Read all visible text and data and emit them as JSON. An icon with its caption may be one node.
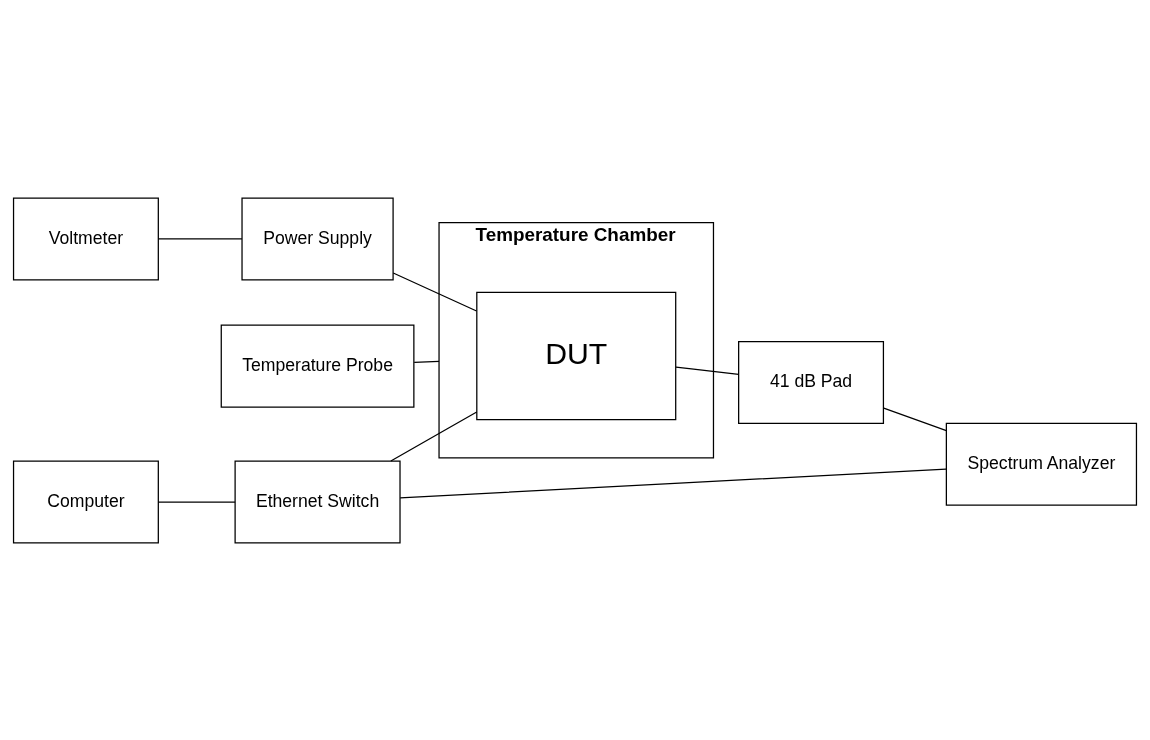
{
  "diagram": {
    "nodes": [
      {
        "text": [
          "Voltmeter"
        ]
      },
      {
        "text": [
          "Temperature Probe"
        ]
      },
      {
        "text": [
          "Power Supply"
        ]
      },
      {
        "text": [
          "Temperature Chamber"
        ]
      },
      {
        "text": [
          "DUT"
        ],
        "in": 3
      },
      {
        "text": [
          "Computer"
        ]
      },
      {
        "text": [
          "Ethernet Switch"
        ]
      },
      {
        "text": [
          "41 dB Pad"
        ]
      },
      {
        "text": [
          "Spectrum Analyzer"
        ]
      }
    ],
    "edges": [
      {
        "from": 0,
        "to": 2,
        "arrow": "none"
      },
      {
        "from": 1,
        "to": 3,
        "arrow": "none"
      },
      {
        "from": 2,
        "to": 4,
        "arrow": "none"
      },
      {
        "from": 5,
        "to": 6,
        "arrow": "none"
      },
      {
        "from": 6,
        "to": 4,
        "arrow": "none"
      },
      {
        "from": 4,
        "to": 7,
        "arrow": "none"
      },
      {
        "from": 7,
        "to": 8,
        "arrow": "none"
      },
      {
        "from": 6,
        "to": 8,
        "arrow": "none"
      }
    ]
  }
}
